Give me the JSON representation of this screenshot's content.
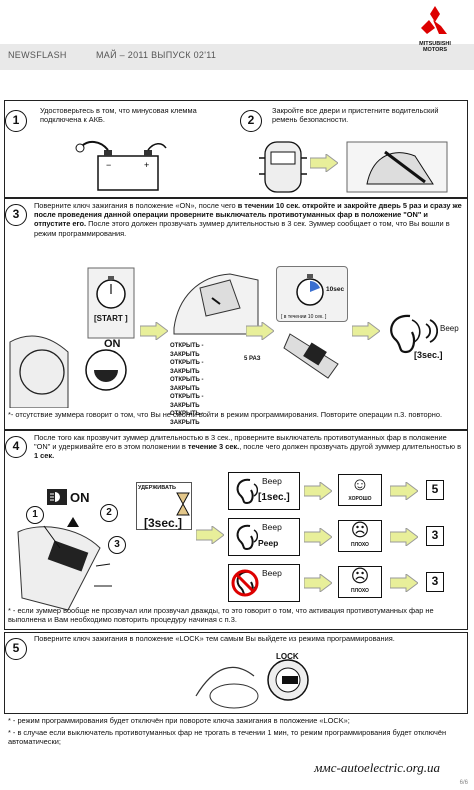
{
  "header": {
    "brand": "NEWSFLASH",
    "issue": "МАЙ – 2011 ВЫПУСК 02'11",
    "logo_text_1": "MITSUBISHI",
    "logo_text_2": "MOTORS"
  },
  "step1": {
    "number": "1",
    "text": "Удостоверьтесь в том, что минусовая клемма подключена к АКБ."
  },
  "step2": {
    "number": "2",
    "text": "Закройте все двери и пристегните водительский ремень безопасности."
  },
  "step3": {
    "number": "3",
    "text_a": "Поверните ключ зажигания в положение «ON», после чего ",
    "text_b": "в течении 10 сек. откройте и закройте дверь 5 раз и сразу же после проведения данной операции проверните выключатель противотуманных фар в положение \"ON\" и отпустите его.",
    "text_c": " После этого должен прозвучать зуммер длительностью в 3 сек. Зуммер сообщает о том, что Вы вошли в режим программирования.",
    "start_label": "[START ]",
    "door_lines": [
      "ОТКРЫТЬ - ЗАКРЫТЬ",
      "ОТКРЫТЬ - ЗАКРЫТЬ",
      "ОТКРЫТЬ - ЗАКРЫТЬ",
      "ОТКРЫТЬ - ЗАКРЫТЬ",
      "ОТКРЫТЬ - ЗАКРЫТЬ"
    ],
    "times_label": "5 РАЗ",
    "timer_label": "10sec",
    "timer_caption": "[ в течении 10 сек. ]",
    "on_label": "ON",
    "beep_label": "Beep",
    "sec3_label": "[3sec.]",
    "note": "*- отсутствие зуммера говорит о том, что Вы не смогли войти в режим программирования. Повторите операции п.3. повторно."
  },
  "step4": {
    "number": "4",
    "text_a": "После того как прозвучит зуммер длительностью в 3 сек., проверните выключатель противотуманных фар в положение \"ON\" и удерживайте его в этом положении в ",
    "text_b": "течение 3 сек.",
    "text_c": ", после чего должен прозвучать другой зуммер длительностью в ",
    "text_d": "1 сек.",
    "on_label": "ON",
    "hold_label": "УДЕРЖИВАТЬ",
    "sec3_label": "[3sec.]",
    "callouts": [
      "1",
      "2",
      "3"
    ],
    "results": [
      {
        "sound": "Beep",
        "sub": "[1sec.]",
        "verdict": "ХОРОШО",
        "face": "☺",
        "next": "5"
      },
      {
        "sound": "Beep",
        "sub": "Peep",
        "verdict": "ПЛОХО",
        "face": "☹",
        "next": "3"
      },
      {
        "sound": "Beep",
        "sub": "",
        "verdict": "ПЛОХО",
        "face": "☹",
        "next": "3"
      }
    ],
    "note": "* - если зуммер вообще не прозвучал или прозвучал дважды, то это говорит о том, что активация противотуманных фар не выполнена и Вам необходимо повторить процедуру начиная с п.3."
  },
  "step5": {
    "number": "5",
    "text": "Поверните ключ зажигания в положение «LOCK» тем самым Вы выйдете из режима программирования.",
    "lock_label": "LOCK",
    "notes": [
      "* - режим программирования будет отключён при повороте ключа зажигания в положение «LOCK»;",
      "* - в случае если выключатель противотуманных фар не трогать в течении 1 мин, то режим программирования будет отключён автоматически;"
    ]
  },
  "footer": {
    "site": "ммс-autoelectric.org.ua",
    "page": "6/6"
  },
  "colors": {
    "arrow_fill": "#e8ef9a",
    "arrow_stroke": "#999999",
    "header_band": "#e9e9e9"
  }
}
